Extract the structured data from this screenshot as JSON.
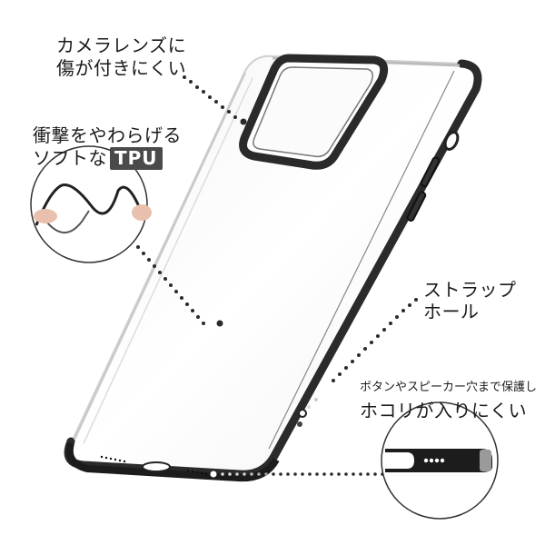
{
  "features": {
    "camera": {
      "line1": "カメラレンズに",
      "line2": "傷が付きにくい"
    },
    "tpu": {
      "line1": "衝撃をやわらげる",
      "line2_prefix": "ソフトな",
      "badge": "TPU"
    },
    "strap": {
      "line1": "ストラップ",
      "line2": "ホール"
    },
    "dust": {
      "sub": "ボタンやスピーカー穴まで保護し",
      "main": "ホコリが入りにくい"
    }
  },
  "colors": {
    "frame": "#2b2b2b",
    "badge_bg": "#4a4a4a",
    "dots": "#2a2a2a",
    "background": "#ffffff"
  }
}
